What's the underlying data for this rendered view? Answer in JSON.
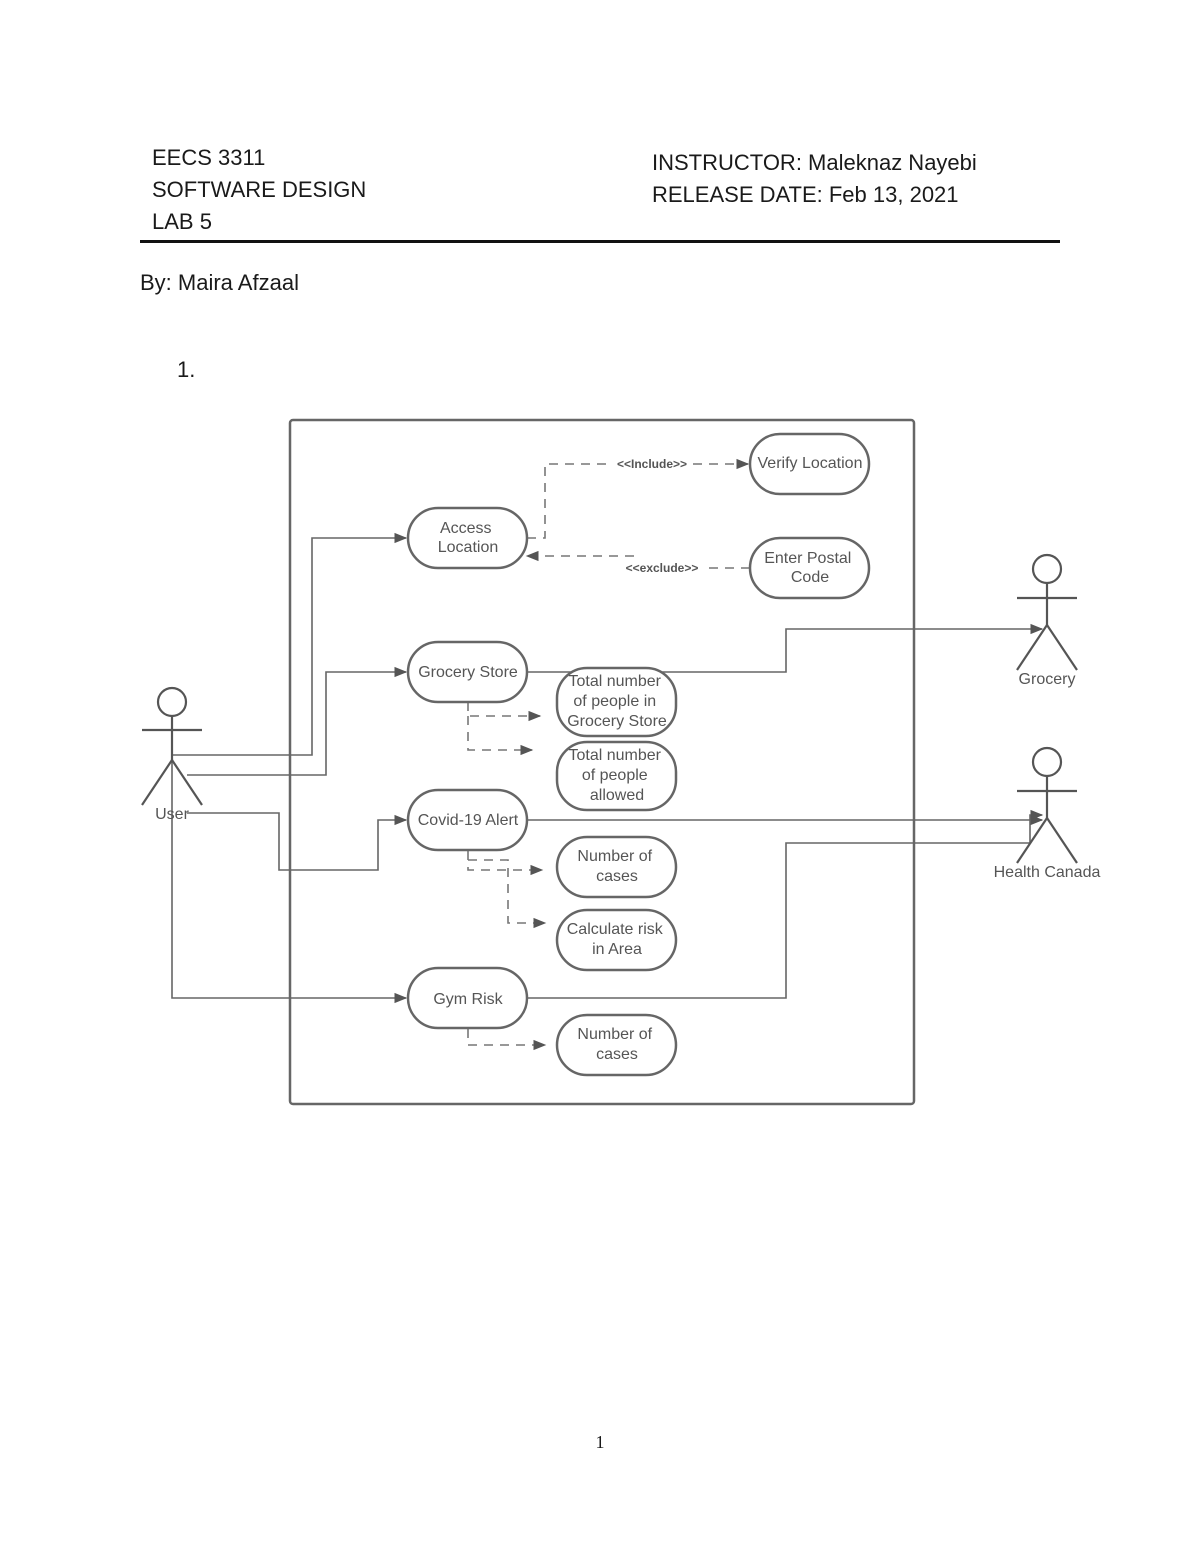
{
  "header": {
    "course": "EECS 3311",
    "course_title": "SOFTWARE DESIGN",
    "lab": "LAB 5",
    "instructor": "INSTRUCTOR: Maleknaz Nayebi",
    "release_date": "RELEASE DATE: Feb 13, 2021"
  },
  "author": "By: Maira Afzaal",
  "question_number": "1.",
  "diagram": {
    "actors": {
      "user": "User",
      "grocery": "Grocery",
      "health_canada": "Health Canada"
    },
    "use_cases": {
      "access_location": [
        "Access",
        "Location"
      ],
      "verify_location": [
        "Verify Location"
      ],
      "enter_postal_code": [
        "Enter Postal",
        "Code"
      ],
      "grocery_store": [
        "Grocery Store"
      ],
      "total_people_in_store": [
        "Total number",
        "of people in",
        "Grocery Store"
      ],
      "total_people_allowed": [
        "Total number",
        "of people",
        "allowed"
      ],
      "covid_alert": [
        "Covid-19 Alert"
      ],
      "number_of_cases_1": [
        "Number of",
        "cases"
      ],
      "calculate_risk": [
        "Calculate risk",
        "in Area"
      ],
      "gym_risk": [
        "Gym Risk"
      ],
      "number_of_cases_2": [
        "Number of",
        "cases"
      ]
    },
    "relations": {
      "include": "<<Include>>",
      "exclude": "<<exclude>>"
    }
  },
  "page_number": "1"
}
